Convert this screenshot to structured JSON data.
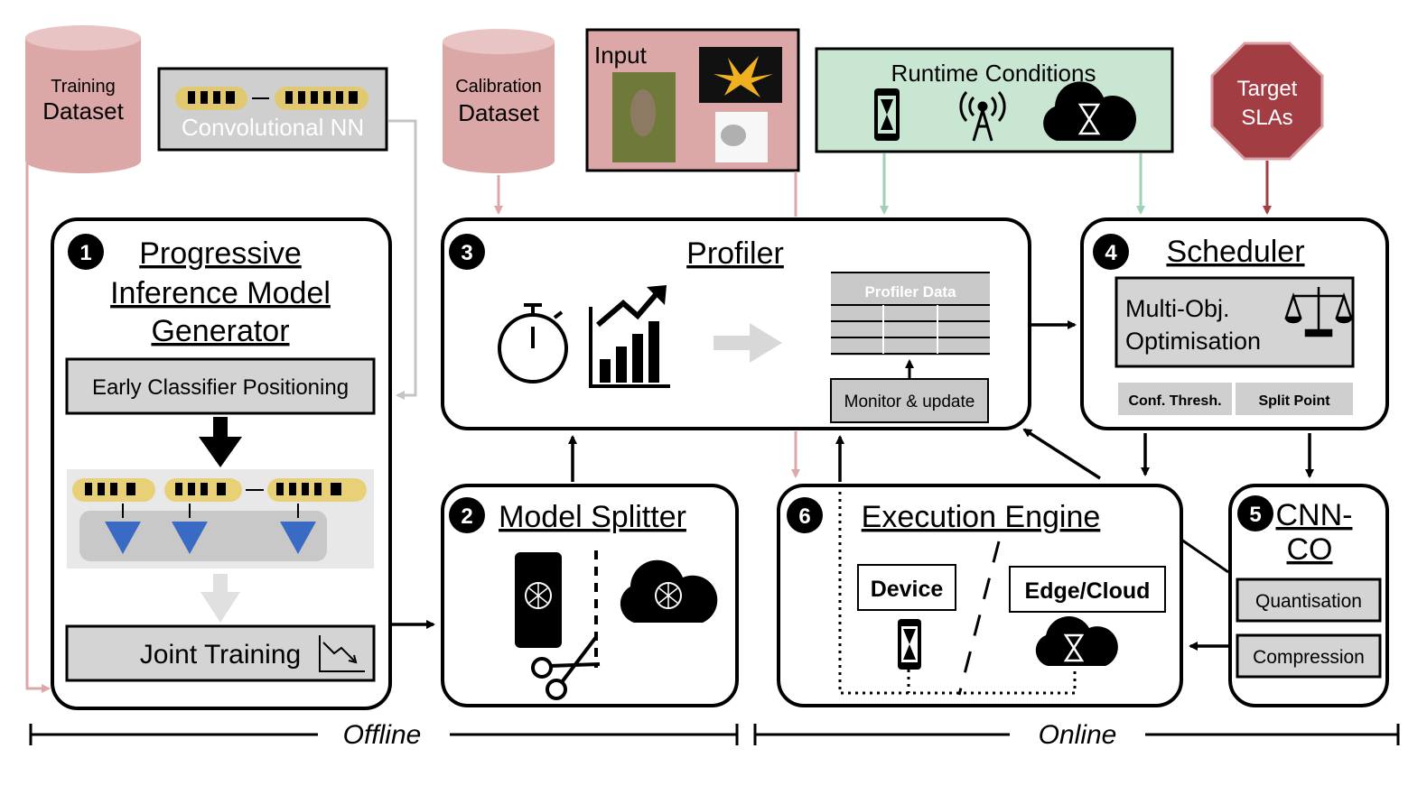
{
  "datasets": {
    "training_small": "Training",
    "training_big": "Dataset",
    "calibration_small": "Calibration",
    "calibration_big": "Dataset"
  },
  "cnn_label": "Convolutional NN",
  "input_label": "Input",
  "runtime_label": "Runtime Conditions",
  "target": {
    "line1": "Target",
    "line2": "SLAs"
  },
  "components": {
    "generator": {
      "number": "1",
      "title_lines": [
        "Progressive",
        "Inference Model",
        "Generator"
      ],
      "step1": "Early Classifier Positioning",
      "step2": "Joint Training"
    },
    "splitter": {
      "number": "2",
      "title": "Model Splitter"
    },
    "profiler": {
      "number": "3",
      "title": "Profiler",
      "table_header": "Profiler Data",
      "monitor": "Monitor & update"
    },
    "scheduler": {
      "number": "4",
      "title": "Scheduler",
      "opt_line1": "Multi-Obj.",
      "opt_line2": "Optimisation",
      "out1": "Conf. Thresh.",
      "out2": "Split Point"
    },
    "cnnco": {
      "number": "5",
      "title_line1": "CNN-",
      "title_line2": "CO",
      "item1": "Quantisation",
      "item2": "Compression"
    },
    "engine": {
      "number": "6",
      "title": "Execution Engine",
      "device": "Device",
      "edge": "Edge/Cloud"
    }
  },
  "phases": {
    "offline": "Offline",
    "online": "Online"
  },
  "colors": {
    "pink": "#dba7a7",
    "pink_dark": "#a33d44",
    "green": "#c9e6d3",
    "green_line": "#9fd1b2",
    "gray": "#d4d4d4",
    "gray_panel": "#e8e8e8",
    "gold": "#e8c64a"
  }
}
